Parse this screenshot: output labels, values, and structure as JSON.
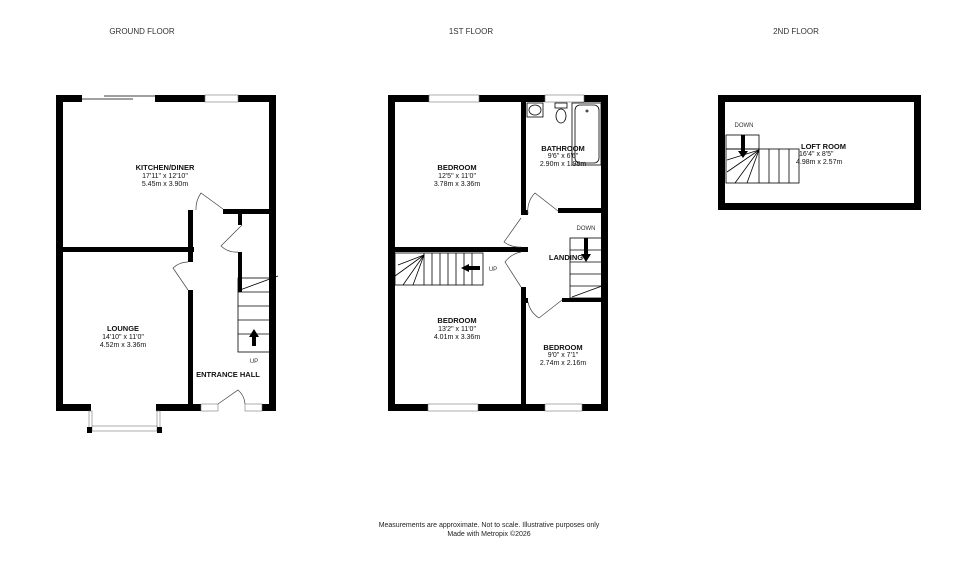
{
  "floors": [
    {
      "title": "GROUND FLOOR",
      "rooms": [
        {
          "name": "KITCHEN/DINER",
          "imperial": "17'11\"  x 12'10\"",
          "metric": "5.45m  x 3.90m"
        },
        {
          "name": "LOUNGE",
          "imperial": "14'10\"  x 11'0\"",
          "metric": "4.52m  x 3.36m"
        },
        {
          "name": "ENTRANCE HALL"
        }
      ],
      "stairs_label": "UP"
    },
    {
      "title": "1ST FLOOR",
      "rooms": [
        {
          "name": "BEDROOM",
          "imperial": "12'5\"  x 11'0\"",
          "metric": "3.78m  x 3.36m"
        },
        {
          "name": "BATHROOM",
          "imperial": "9'6\"  x 6'6\"",
          "metric": "2.90m  x 1.98m"
        },
        {
          "name": "BEDROOM",
          "imperial": "13'2\"  x 11'0\"",
          "metric": "4.01m  x 3.36m"
        },
        {
          "name": "BEDROOM",
          "imperial": "9'0\"  x 7'1\"",
          "metric": "2.74m  x 2.16m"
        },
        {
          "name": "LANDING"
        }
      ],
      "stairs_up_label": "UP",
      "stairs_down_label": "DOWN"
    },
    {
      "title": "2ND FLOOR",
      "rooms": [
        {
          "name": "LOFT ROOM",
          "imperial": "16'4\"  x 8'5\"",
          "metric": "4.98m  x 2.57m"
        }
      ],
      "stairs_label": "DOWN"
    }
  ],
  "footer": {
    "line1": "Measurements are approximate.  Not to scale.  Illustrative purposes only",
    "line2": "Made with Metropix ©2026"
  }
}
